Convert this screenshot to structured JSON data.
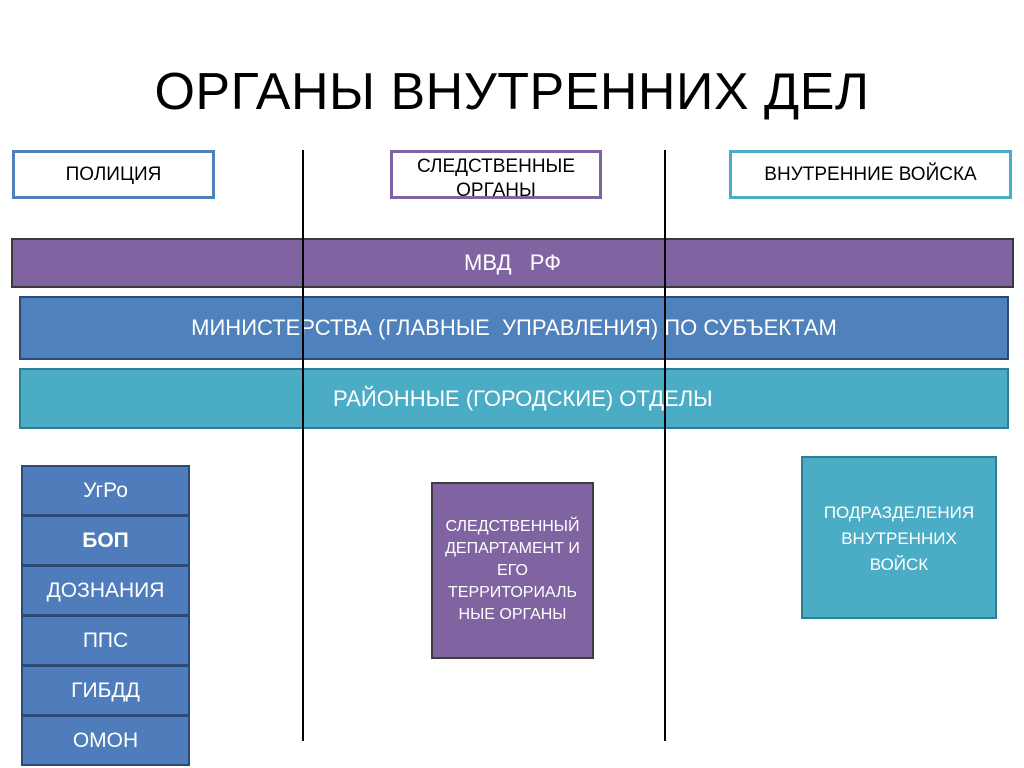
{
  "title": "ОРГАНЫ ВНУТРЕННИХ ДЕЛ",
  "top_boxes": {
    "police": "ПОЛИЦИЯ",
    "investigative": "СЛЕДСТВЕННЫЕ ОРГАНЫ",
    "troops": "ВНУТРЕННИЕ ВОЙСКА"
  },
  "levels": {
    "mvd": "МВД   РФ",
    "ministries": "МИНИСТЕРСТВА (ГЛАВНЫЕ  УПРАВЛЕНИЯ) ПО СУБЪЕКТАМ",
    "district": "РАЙОННЫЕ (ГОРОДСКИЕ) ОТДЕЛЫ"
  },
  "police_units": [
    "УгРо",
    "БОП",
    "ДОЗНАНИЯ",
    "ППС",
    "ГИБДД",
    "ОМОН"
  ],
  "investigative_unit": "СЛЕДСТВЕННЫЙ ДЕПАРТАМЕНТ И ЕГО ТЕРРИТОРИАЛЬ НЫЕ ОРГАНЫ",
  "troops_unit": "ПОДРАЗДЕЛЕНИЯ ВНУТРЕННИХ ВОЙСК",
  "colors": {
    "police_border": "#4f81bd",
    "investigative_border": "#8064a2",
    "troops_border": "#4bacc6",
    "mvd_fill": "#8064a2",
    "ministries_fill": "#4f81bd",
    "district_fill": "#4bacc6",
    "units_fill": "#4f7cba"
  }
}
